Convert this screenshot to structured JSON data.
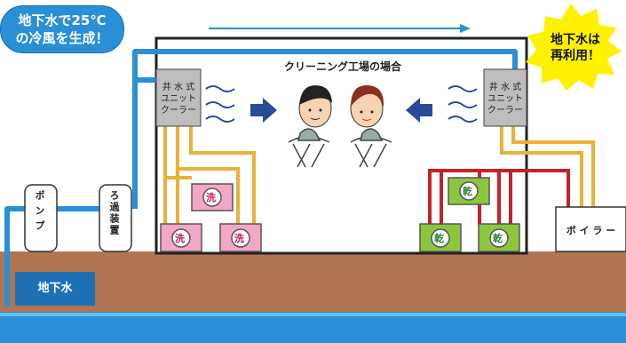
{
  "title": "クリーニング工場の場合",
  "callout_left": {
    "line1": "地下水で25℃",
    "line2": "の冷風を生成！"
  },
  "callout_right": {
    "line1": "地下水は",
    "line2": "再利用！"
  },
  "cooler_left": {
    "lines": [
      "井 水 式",
      "ユニット",
      "クーラー"
    ]
  },
  "cooler_right": {
    "lines": [
      "井 水 式",
      "ユニット",
      "クーラー"
    ]
  },
  "pump_label": "ポンプ",
  "filter_label": "ろ過装置",
  "boiler_label": "ボ イ ラ ー",
  "wash_label": "洗",
  "dry_label": "乾",
  "groundwater_label": "地下水",
  "colors": {
    "pipe_blue": "#2a8fd6",
    "pipe_yellow": "#e8b23a",
    "pipe_red": "#c8202a",
    "wash_fill": "#f2a7c6",
    "dry_fill": "#8cc63f",
    "soil": "#b07553",
    "water": "#2a8fd6",
    "starburst": "#fff200"
  },
  "icons": [
    "wind-icon",
    "arrow-icon",
    "worker-icon",
    "washer-icon",
    "dryer-icon",
    "starburst-icon"
  ]
}
